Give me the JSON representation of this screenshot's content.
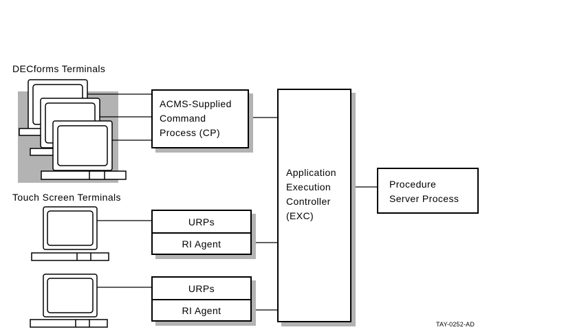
{
  "groups": {
    "decforms": "DECforms Terminals",
    "touch": "Touch Screen Terminals"
  },
  "boxes": {
    "cp": [
      "ACMS-Supplied",
      "Command",
      "Process (CP)"
    ],
    "exc": [
      "Application",
      "Execution",
      "Controller",
      "(EXC)"
    ],
    "procedure": [
      "Procedure",
      "Server Process"
    ],
    "urp_top": "URPs",
    "ri_top": "RI Agent",
    "urp_bottom": "URPs",
    "ri_bottom": "RI Agent"
  },
  "figure_id": "TAY-0252-AD",
  "colors": {
    "shadow": "#b3b3b3",
    "line": "#000000",
    "fill": "#ffffff"
  }
}
